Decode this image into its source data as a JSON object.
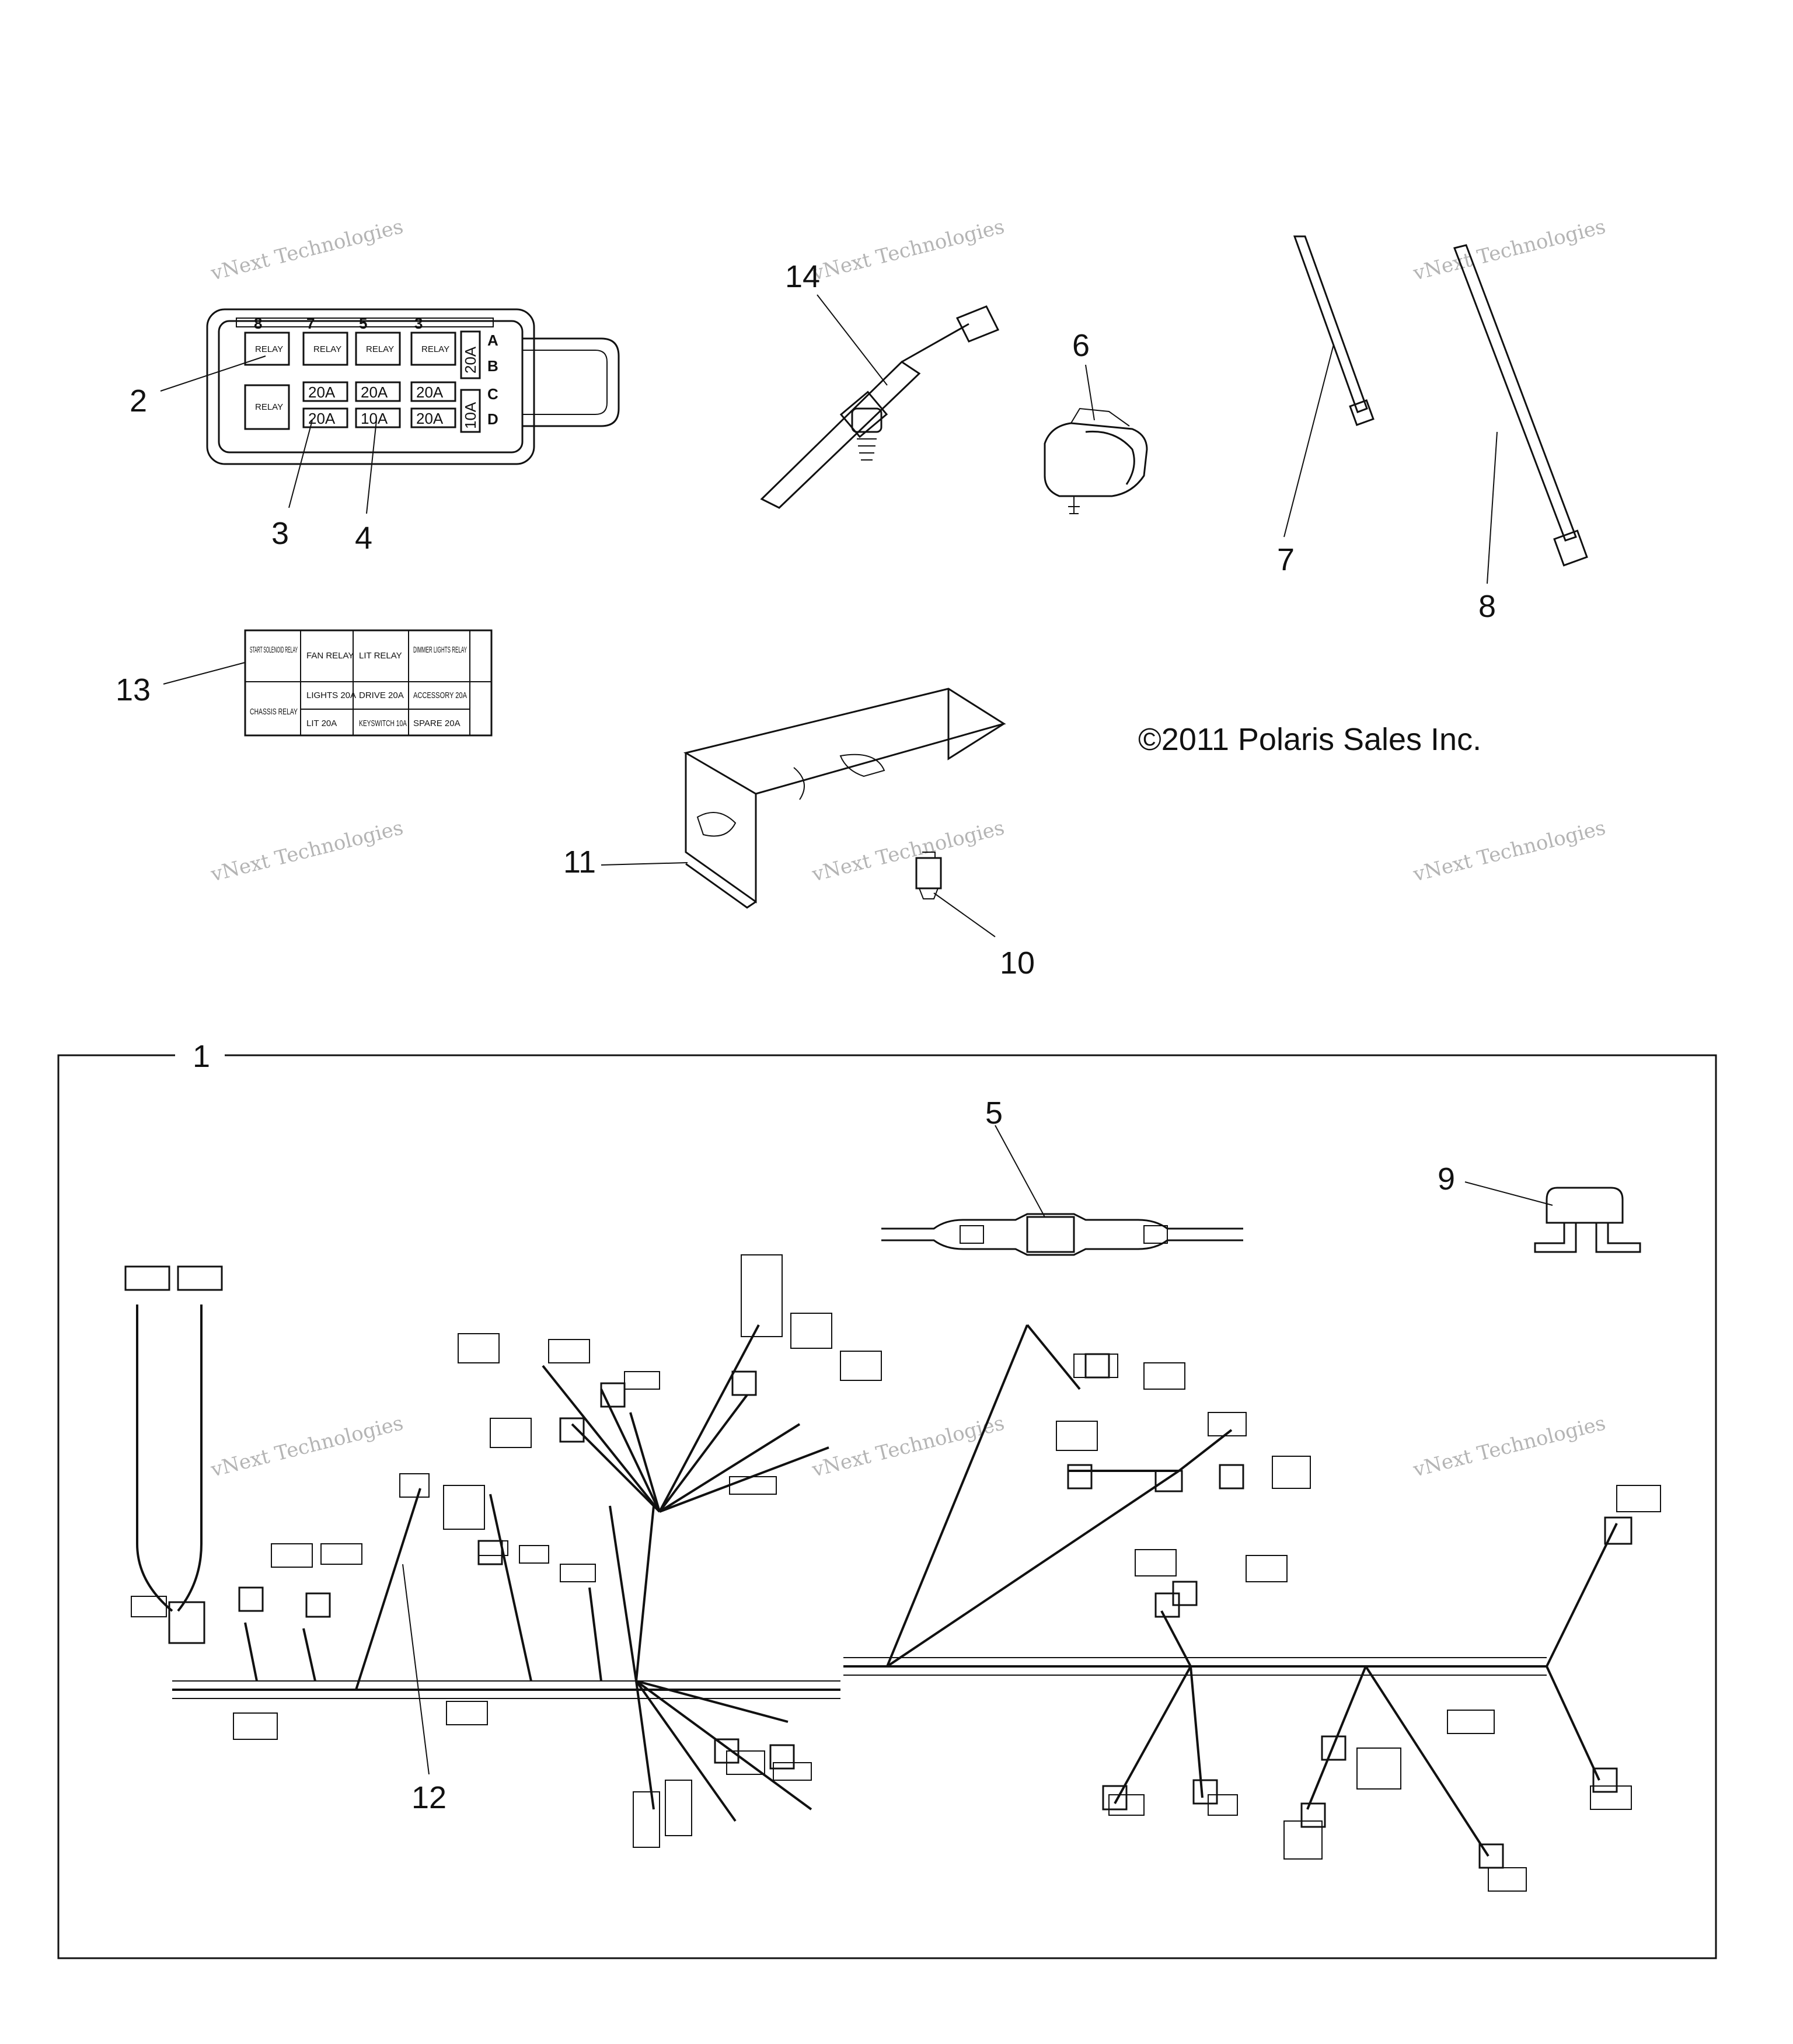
{
  "copyright": "©2011 Polaris Sales Inc.",
  "watermark": "vNext Technologies",
  "callouts": [
    "1",
    "2",
    "3",
    "4",
    "5",
    "6",
    "7",
    "8",
    "9",
    "10",
    "11",
    "12",
    "13",
    "14"
  ],
  "fuse_box": {
    "relay_label": "RELAY",
    "top_numbers": [
      "8",
      "7",
      "5",
      "3"
    ],
    "row_letters": [
      "A",
      "B",
      "C",
      "D"
    ],
    "fuse_row_1": [
      "20A",
      "20A",
      "20A"
    ],
    "fuse_row_2": [
      "20A",
      "10A",
      "20A"
    ],
    "side_fuse_top": "20A",
    "side_fuse_bottom": "10A"
  },
  "label_card": {
    "r1": [
      "START SOLENOID RELAY",
      "FAN RELAY",
      "LIT RELAY",
      "DIMMER LIGHTS RELAY"
    ],
    "r2": [
      "CHASSIS RELAY",
      "LIGHTS 20A",
      "DRIVE 20A",
      "ACCESSORY 20A"
    ],
    "r3": [
      "LIT 20A",
      "KEYSWITCH 10A",
      "SPARE 20A"
    ]
  }
}
